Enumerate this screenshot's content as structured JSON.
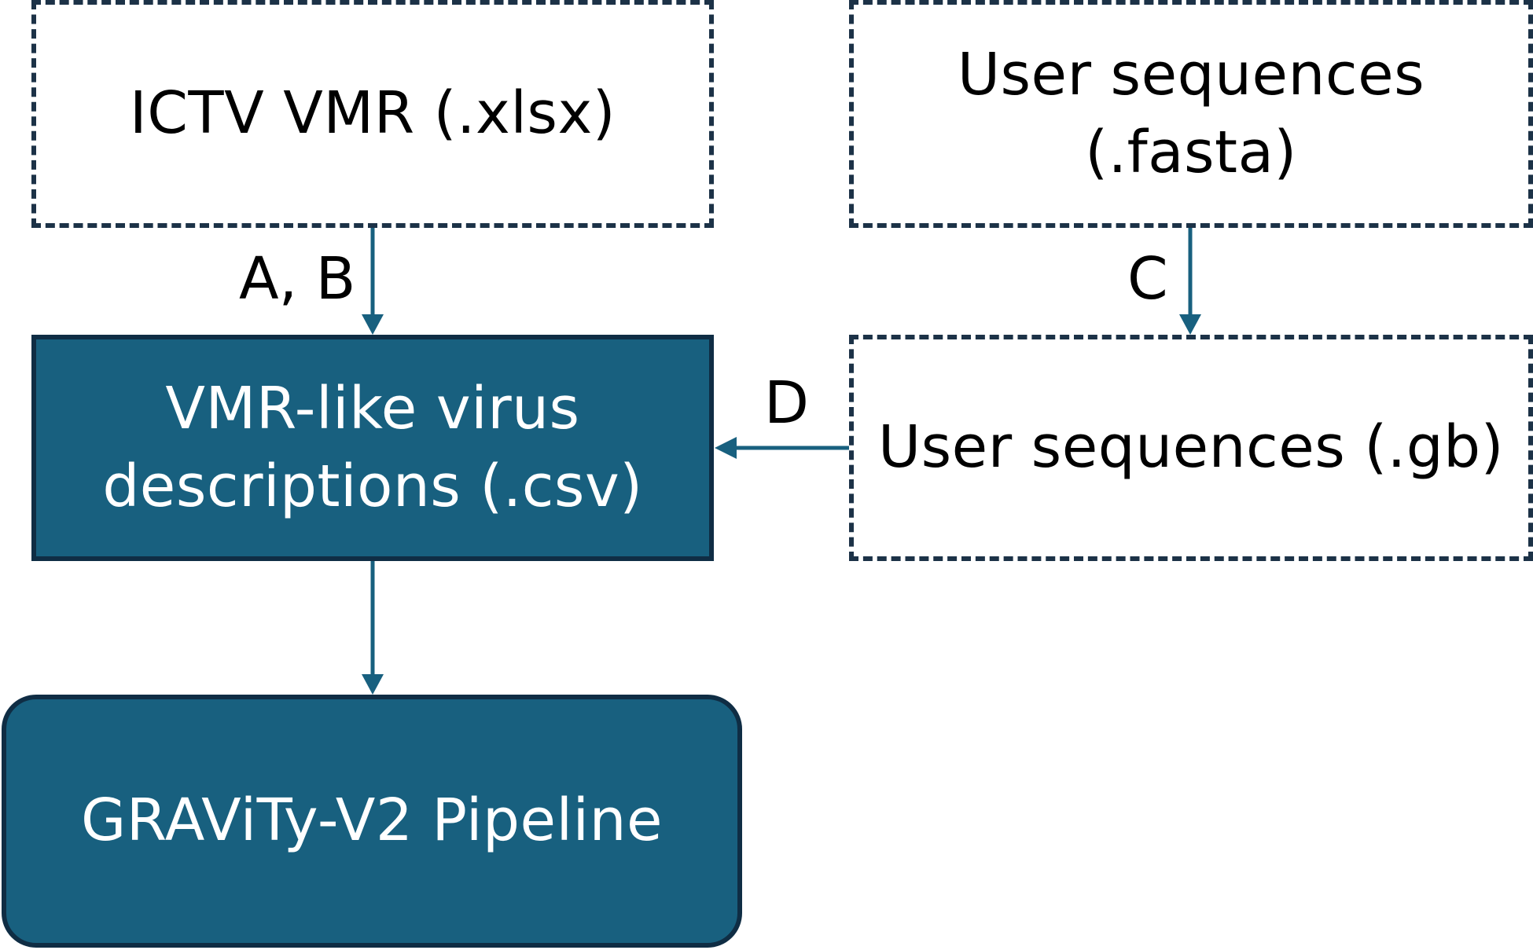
{
  "colors": {
    "primary_fill": "#18607f",
    "dashed_border": "#1c3247",
    "arrow": "#18607f"
  },
  "nodes": {
    "ictv_vmr": {
      "label": "ICTV VMR (.xlsx)"
    },
    "user_fasta": {
      "label": "User sequences\n(.fasta)"
    },
    "vmr_like": {
      "label": "VMR-like virus\ndescriptions (.csv)"
    },
    "user_gb": {
      "label": "User sequences (.gb)"
    },
    "pipeline": {
      "label": "GRAViTy-V2 Pipeline"
    }
  },
  "edges": {
    "ab": {
      "label": "A, B"
    },
    "c": {
      "label": "C"
    },
    "d": {
      "label": "D"
    }
  }
}
